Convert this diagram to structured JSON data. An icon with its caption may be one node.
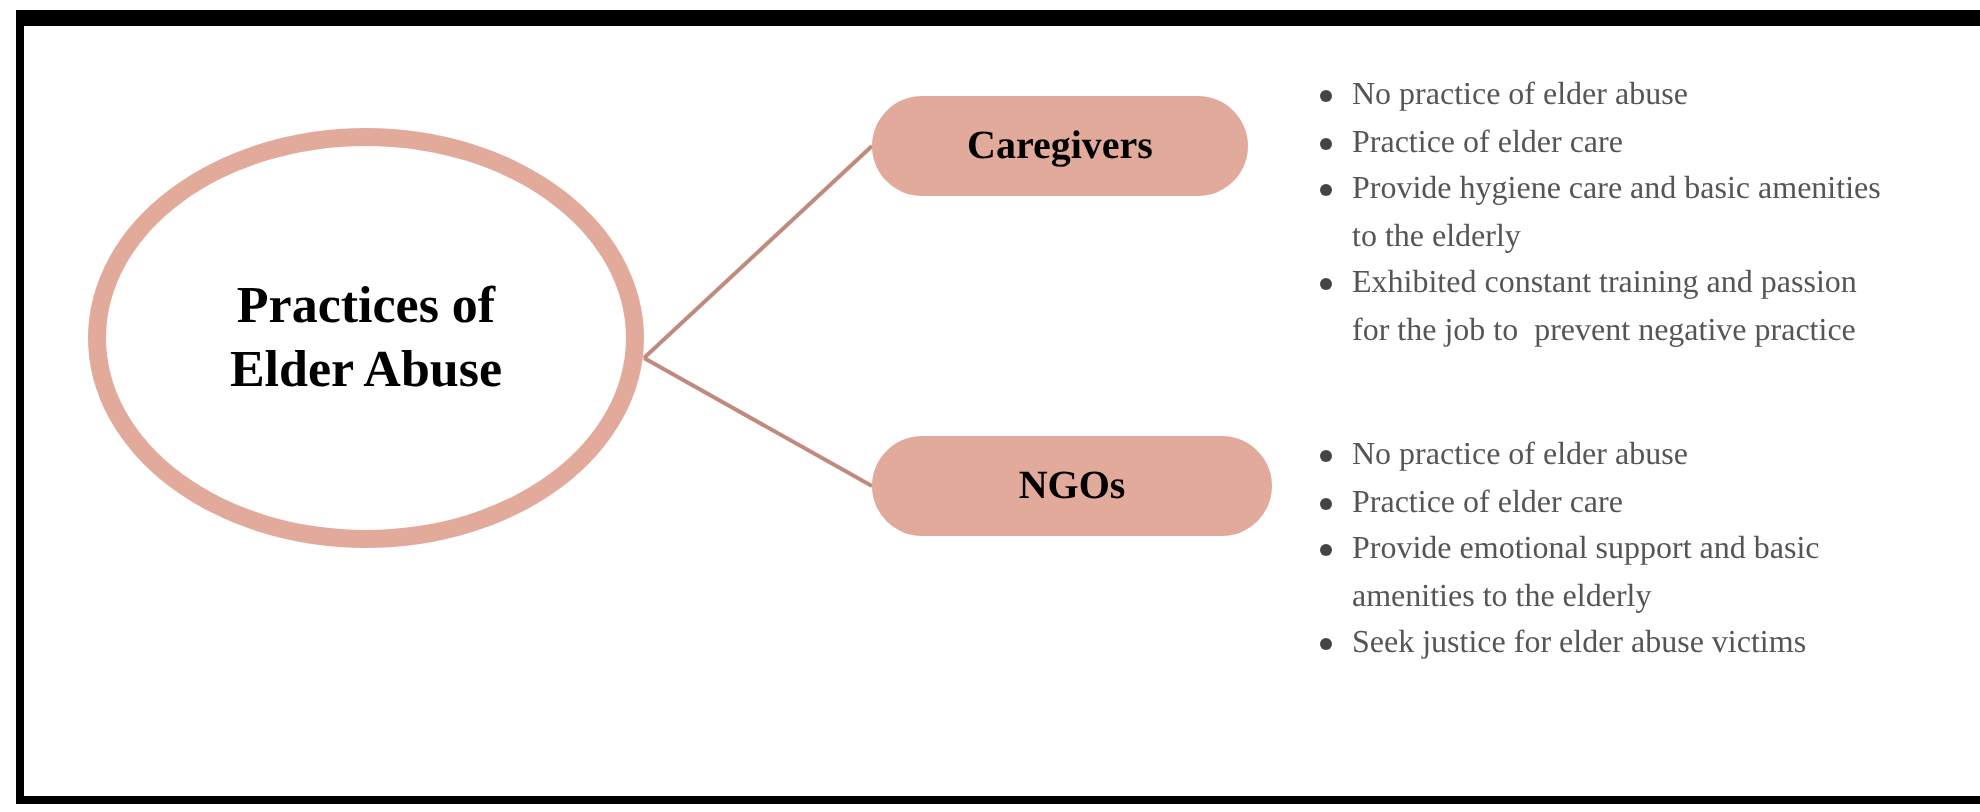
{
  "diagram": {
    "nodes": [
      {
        "text": [
          "Practices of Elder Abuse"
        ]
      },
      {
        "text": [
          "Caregivers"
        ],
        "beside": [
          "No practice of elder abuse",
          "Practice of elder care",
          "Provide hygiene care and basic amenities to the elderly",
          "Exhibited constant training and passion for the job to  prevent negative practice"
        ]
      },
      {
        "text": [
          "NGOs"
        ],
        "beside": [
          "No practice of elder abuse",
          "Practice of elder care",
          "Provide emotional support and basic amenities to the elderly",
          "Seek justice for elder abuse victims"
        ]
      }
    ],
    "edges": [
      {
        "from": 0,
        "to": 1,
        "arrow": "none"
      },
      {
        "from": 0,
        "to": 2,
        "arrow": "none"
      }
    ]
  }
}
